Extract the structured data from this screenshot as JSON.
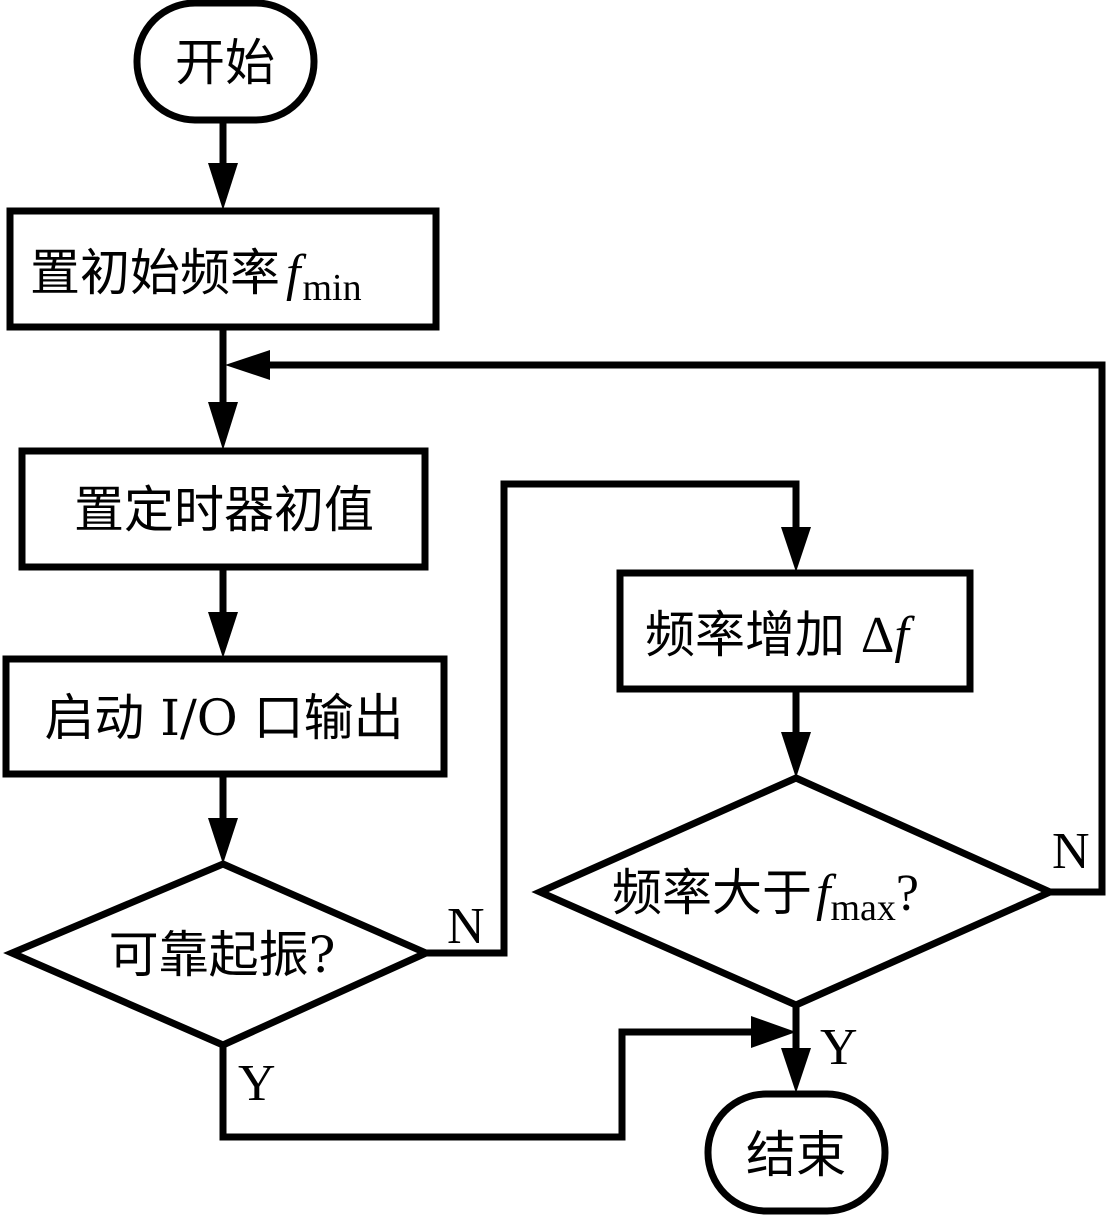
{
  "diagram": {
    "type": "flowchart",
    "colors": {
      "stroke": "#000000",
      "background": "#ffffff"
    },
    "nodes": {
      "start": {
        "shape": "terminal",
        "label": "开始"
      },
      "set_initial_freq": {
        "shape": "process",
        "label": "置初始频率",
        "var": "f",
        "var_sub": "min"
      },
      "set_timer": {
        "shape": "process",
        "label": "置定时器初值"
      },
      "start_io": {
        "shape": "process",
        "label": "启动 I/O 口输出"
      },
      "reliable_osc": {
        "shape": "decision",
        "label": "可靠起振?"
      },
      "freq_increase": {
        "shape": "process",
        "label": "频率增加 ",
        "delta": "Δ",
        "var": "f"
      },
      "freq_gt_max": {
        "shape": "decision",
        "label": "频率大于",
        "var": "f",
        "var_sub": "max",
        "suffix": "?"
      },
      "end": {
        "shape": "terminal",
        "label": "结束"
      }
    },
    "edge_labels": {
      "osc_no": "N",
      "osc_yes": "Y",
      "max_no": "N",
      "max_yes": "Y"
    },
    "edges": [
      {
        "from": "start",
        "to": "set_initial_freq"
      },
      {
        "from": "set_initial_freq",
        "to": "set_timer"
      },
      {
        "from": "set_timer",
        "to": "start_io"
      },
      {
        "from": "start_io",
        "to": "reliable_osc"
      },
      {
        "from": "reliable_osc",
        "to": "freq_increase",
        "label": "N"
      },
      {
        "from": "reliable_osc",
        "to": "end",
        "label": "Y"
      },
      {
        "from": "freq_increase",
        "to": "freq_gt_max"
      },
      {
        "from": "freq_gt_max",
        "to": "set_timer",
        "label": "N"
      },
      {
        "from": "freq_gt_max",
        "to": "end",
        "label": "Y"
      }
    ]
  }
}
